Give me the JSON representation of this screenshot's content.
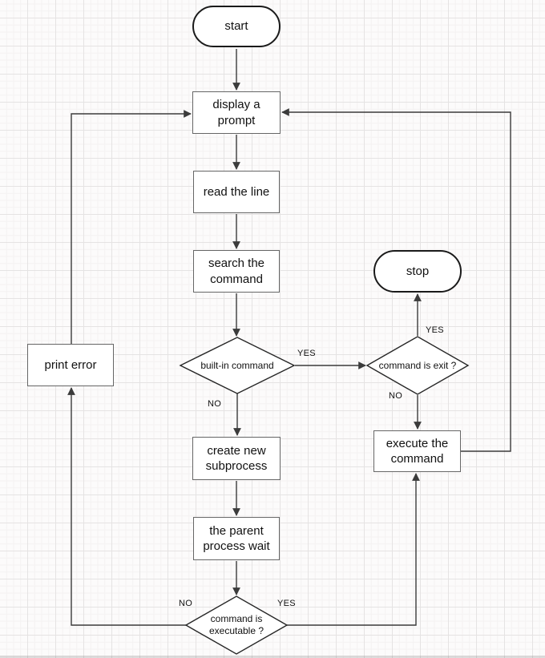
{
  "nodes": {
    "start": {
      "label": "start",
      "type": "terminator"
    },
    "display_prompt": {
      "label": "display a prompt",
      "type": "process"
    },
    "read_line": {
      "label": "read the line",
      "type": "process"
    },
    "search_command": {
      "label": "search the command",
      "type": "process"
    },
    "builtin_command": {
      "label": "built-in command",
      "type": "decision"
    },
    "command_is_exit": {
      "label": "command is exit ?",
      "type": "decision"
    },
    "stop": {
      "label": "stop",
      "type": "terminator"
    },
    "execute_command": {
      "label": "execute the command",
      "type": "process"
    },
    "create_subprocess": {
      "label": "create new subprocess",
      "type": "process"
    },
    "parent_wait": {
      "label": "the parent process wait",
      "type": "process"
    },
    "command_executable": {
      "label": "command is executable ?",
      "type": "decision"
    },
    "print_error": {
      "label": "print error",
      "type": "process"
    }
  },
  "edge_labels": {
    "builtin_yes": "YES",
    "builtin_no": "NO",
    "exit_yes": "YES",
    "exit_no": "NO",
    "executable_yes": "YES",
    "executable_no": "NO"
  },
  "colors": {
    "background": "#fcfbfb",
    "grid_minor": "#f4f2f2",
    "grid_major": "#e5e3e3",
    "shape_fill": "#ffffff",
    "process_border": "#666666",
    "terminator_border": "#1a1a1a",
    "decision_border": "#262626",
    "edge_stroke": "#3b3b3b",
    "text": "#111111"
  }
}
